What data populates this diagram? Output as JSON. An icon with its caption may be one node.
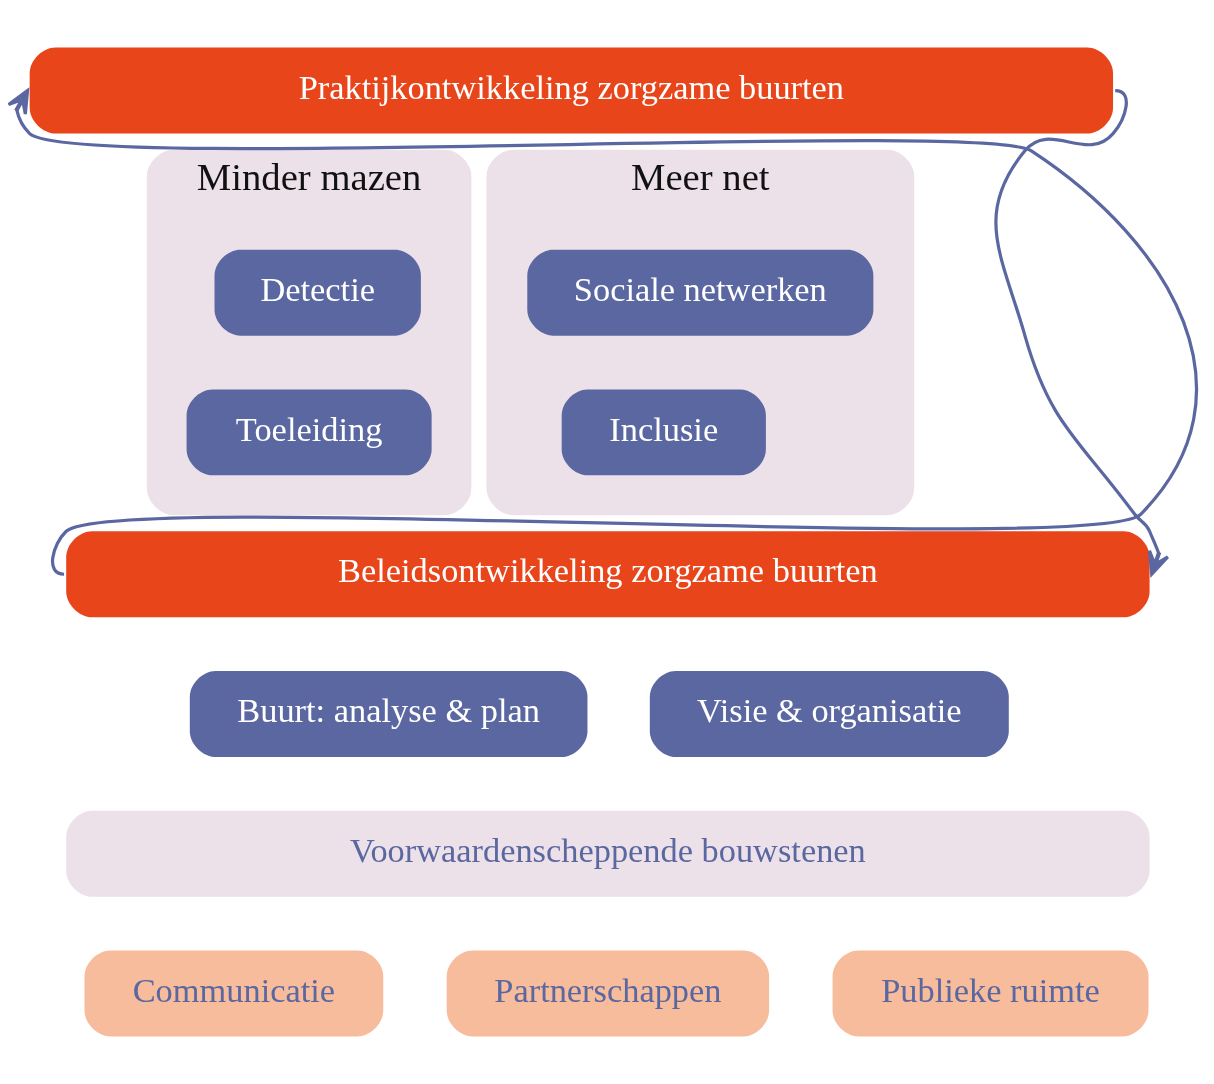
{
  "diagram": {
    "nodes": [
      {
        "text": [
          "Praktijkontwikkeling zorgzame buurten"
        ]
      },
      {
        "text": [
          "Minder mazen"
        ]
      },
      {
        "text": [
          "Detectie"
        ],
        "in": 1
      },
      {
        "text": [
          "Toeleiding"
        ],
        "in": 1
      },
      {
        "text": [
          "Meer net"
        ]
      },
      {
        "text": [
          "Sociale netwerken"
        ],
        "in": 4
      },
      {
        "text": [
          "Inclusie"
        ],
        "in": 4
      },
      {
        "text": [
          "Beleidsontwikkeling zorgzame buurten"
        ]
      },
      {
        "text": [
          "Buurt: analyse & plan"
        ]
      },
      {
        "text": [
          "Visie & organisatie"
        ]
      },
      {
        "text": [
          "Voorwaardenscheppende bouwstenen"
        ]
      },
      {
        "text": [
          "Communicatie"
        ]
      },
      {
        "text": [
          "Partnerschappen"
        ]
      },
      {
        "text": [
          "Publieke ruimte"
        ]
      }
    ],
    "edges": [
      {
        "from": 7,
        "to": 0,
        "arrow": "to"
      },
      {
        "from": 0,
        "to": 7,
        "arrow": "to"
      }
    ]
  }
}
